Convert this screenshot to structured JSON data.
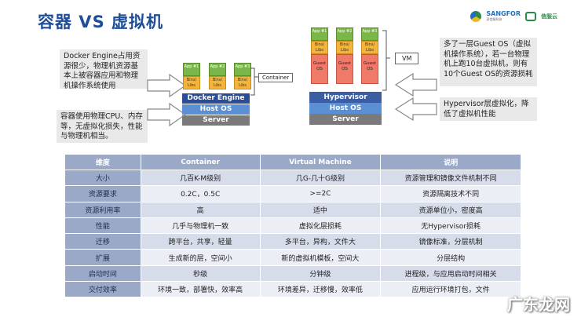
{
  "title": "容器 VS 虚拟机",
  "logos": {
    "brand1": "SANGFOR",
    "brand1_sub": "深信服科技",
    "brand2": "信服云"
  },
  "notes": {
    "docker_engine": "Docker Engine占用资源很少，物理机资源基本上被容器应用和物理机操作系统使用",
    "container_cpu": "容器使用物理CPU、内存等，无虚拟化损失，性能与物理机相当。",
    "guest_os": "多了一层Guest OS（虚拟机操作系统），若一台物理机上跑10台虚拟机，则有10个Guest OS的资源损耗",
    "hypervisor": "Hypervisor层虚拟化，降低了虚拟机性能"
  },
  "container_diagram": {
    "apps": [
      {
        "app": "App #1",
        "bins": "Bins/ Libs"
      },
      {
        "app": "App #2",
        "bins": "Bins/ Libs"
      },
      {
        "app": "App #3",
        "bins": "Bins/ Libs"
      }
    ],
    "tag": "Container",
    "layers": {
      "docker": "Docker Engine",
      "hostos": "Host OS",
      "server": "Server"
    },
    "colors": {
      "app": "#7ab648",
      "bins": "#f4b43a",
      "docker": "#2b4d97",
      "hostos": "#5a8fd4",
      "server": "#7a7a7a"
    }
  },
  "vm_diagram": {
    "apps": [
      {
        "app": "App #1",
        "bins": "Bins/ Libs",
        "guest": "Guest OS"
      },
      {
        "app": "App #2",
        "bins": "Bins/ Libs",
        "guest": "Guest OS"
      },
      {
        "app": "App #3",
        "bins": "Bins/ Libs",
        "guest": "Guest OS"
      }
    ],
    "tag": "VM",
    "layers": {
      "hyper": "Hypervisor",
      "hostos": "Host OS",
      "server": "Server"
    },
    "colors": {
      "guest": "#f07a6a"
    }
  },
  "table": {
    "headers": [
      "维度",
      "Container",
      "Virtual Machine",
      "说明"
    ],
    "rows": [
      [
        "大小",
        "几百K-M级别",
        "几G-几十G级别",
        "资源管理和镜像文件机制不同"
      ],
      [
        "资源要求",
        "0.2C，0.5C",
        ">=2C",
        "资源隔离技术不同"
      ],
      [
        "资源利用率",
        "高",
        "适中",
        "资源单位小，密度高"
      ],
      [
        "性能",
        "几乎与物理机一致",
        "虚拟化层损耗",
        "无Hypervisor损耗"
      ],
      [
        "迁移",
        "跨平台，共享，轻量",
        "多平台，异构，文件大",
        "镜像标准，分层机制"
      ],
      [
        "扩展",
        "生成新的层，空间小",
        "新的虚拟机模板，空间大",
        "分层结构"
      ],
      [
        "启动时间",
        "秒级",
        "分钟级",
        "进程级，与应用启动时间相关"
      ],
      [
        "交付效率",
        "环境一致，部署快，效率高",
        "环境差异，迁移慢，效率低",
        "应用运行环境打包，文件"
      ]
    ],
    "colors": {
      "header": "#9aa9c8",
      "row_dark": "#d6dcea",
      "row_light": "#ebeef5"
    }
  },
  "watermark": "广东龙网"
}
